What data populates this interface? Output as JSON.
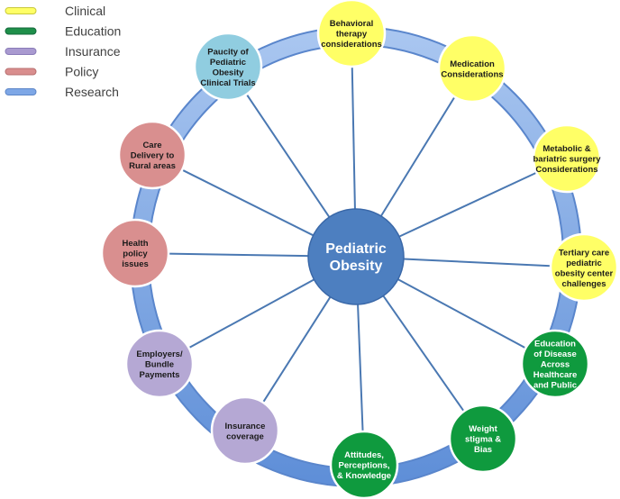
{
  "legend": [
    {
      "label": "Clinical",
      "color": "#ffff66",
      "border": "#c9c93a"
    },
    {
      "label": "Education",
      "color": "#1f8f4a",
      "border": "#13693a"
    },
    {
      "label": "Insurance",
      "color": "#a99ad0",
      "border": "#8a7bb8"
    },
    {
      "label": "Policy",
      "color": "#d98e8e",
      "border": "#b86f6f"
    },
    {
      "label": "Research",
      "color": "#7ea7e6",
      "border": "#5d86c8"
    }
  ],
  "center": {
    "label_lines": [
      "Pediatric",
      "Obesity"
    ],
    "color": "#4d7fc0"
  },
  "colors": {
    "Clinical": "#ffff66",
    "Education": "#0f9a3e",
    "Insurance": "#b5a8d4",
    "Policy": "#d98f8f",
    "Research": "#90cde0",
    "ring": "#95b8ec",
    "ring_dark": "#6d94d8",
    "spoke": "#4a78b2"
  },
  "nodes": [
    {
      "id": "behavioral",
      "category": "Clinical",
      "lines": [
        "Behavioral",
        "therapy",
        "considerations"
      ]
    },
    {
      "id": "medication",
      "category": "Clinical",
      "lines": [
        "Medication",
        "Considerations"
      ]
    },
    {
      "id": "metabolic",
      "category": "Clinical",
      "lines": [
        "Metabolic &",
        "bariatric surgery",
        "Considerations"
      ]
    },
    {
      "id": "tertiary",
      "category": "Clinical",
      "lines": [
        "Tertiary care",
        "pediatric",
        "obesity center",
        "challenges"
      ]
    },
    {
      "id": "education-disease",
      "category": "Education",
      "lines": [
        "Education",
        "of Disease",
        "Across",
        "Healthcare",
        "and Public"
      ]
    },
    {
      "id": "weight-stigma",
      "category": "Education",
      "lines": [
        "Weight",
        "stigma &",
        "Bias"
      ]
    },
    {
      "id": "attitudes",
      "category": "Education",
      "lines": [
        "Attitudes,",
        "Perceptions,",
        "& Knowledge"
      ]
    },
    {
      "id": "insurance-coverage",
      "category": "Insurance",
      "lines": [
        "Insurance",
        "coverage"
      ]
    },
    {
      "id": "employers",
      "category": "Insurance",
      "lines": [
        "Employers/",
        "Bundle",
        "Payments"
      ]
    },
    {
      "id": "health-policy",
      "category": "Policy",
      "lines": [
        "Health",
        "policy",
        "issues"
      ]
    },
    {
      "id": "care-delivery",
      "category": "Policy",
      "lines": [
        "Care",
        "Delivery to",
        "Rural areas"
      ]
    },
    {
      "id": "paucity",
      "category": "Research",
      "lines": [
        "Paucity of",
        "Pediatric",
        "Obesity",
        "Clinical Trials"
      ]
    }
  ]
}
